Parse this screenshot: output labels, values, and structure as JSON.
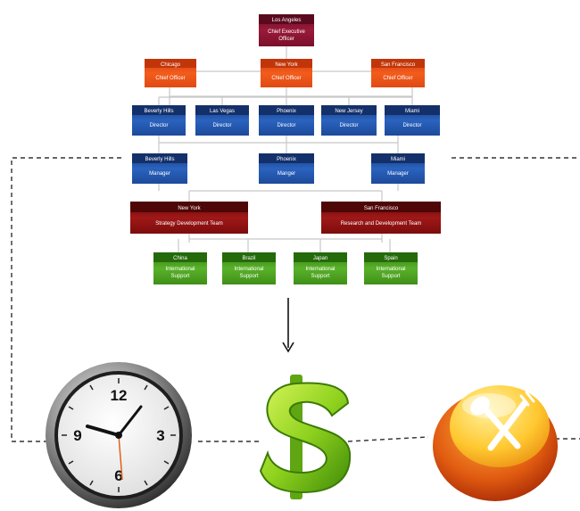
{
  "org_chart": {
    "ceo": {
      "city": "Los Angeles",
      "role_line1": "Chief Executive",
      "role_line2": "Officer"
    },
    "chiefs": [
      {
        "city": "Chicago",
        "role": "Chief Officer"
      },
      {
        "city": "New York",
        "role": "Chief Officer"
      },
      {
        "city": "San Francisco",
        "role": "Chief Officer"
      }
    ],
    "directors": [
      {
        "city": "Beverly Hills",
        "role": "Director"
      },
      {
        "city": "Las Vegas",
        "role": "Director"
      },
      {
        "city": "Phoenix",
        "role": "Director"
      },
      {
        "city": "New Jersey",
        "role": "Director"
      },
      {
        "city": "Miami",
        "role": "Director"
      }
    ],
    "managers": [
      {
        "city": "Beverly Hills",
        "role": "Manager"
      },
      {
        "city": "Phoenix",
        "role": "Manger"
      },
      {
        "city": "Miami",
        "role": "Manager"
      }
    ],
    "teams": [
      {
        "city": "New York",
        "role": "Strategy Development Team"
      },
      {
        "city": "San Francisco",
        "role": "Research and Development Team"
      }
    ],
    "support": [
      {
        "country": "China",
        "line1": "International",
        "line2": "Support"
      },
      {
        "country": "Brazil",
        "line1": "International",
        "line2": "Support"
      },
      {
        "country": "Japan",
        "line1": "International",
        "line2": "Support"
      },
      {
        "country": "Spain",
        "line1": "International",
        "line2": "Support"
      }
    ]
  },
  "icons": {
    "clock": "clock-icon",
    "dollar": "dollar-sign-icon",
    "food": "fork-and-knife-icon"
  },
  "clock_numbers": {
    "n12": "12",
    "n3": "3",
    "n6": "6",
    "n9": "9"
  },
  "colors": {
    "ceo": "#8b1330",
    "chief": "#e8501a",
    "director": "#1f4f9e",
    "team": "#8e1010",
    "support": "#4a9a1e",
    "connector": "#c8c8c8",
    "dashed": "#333333"
  }
}
